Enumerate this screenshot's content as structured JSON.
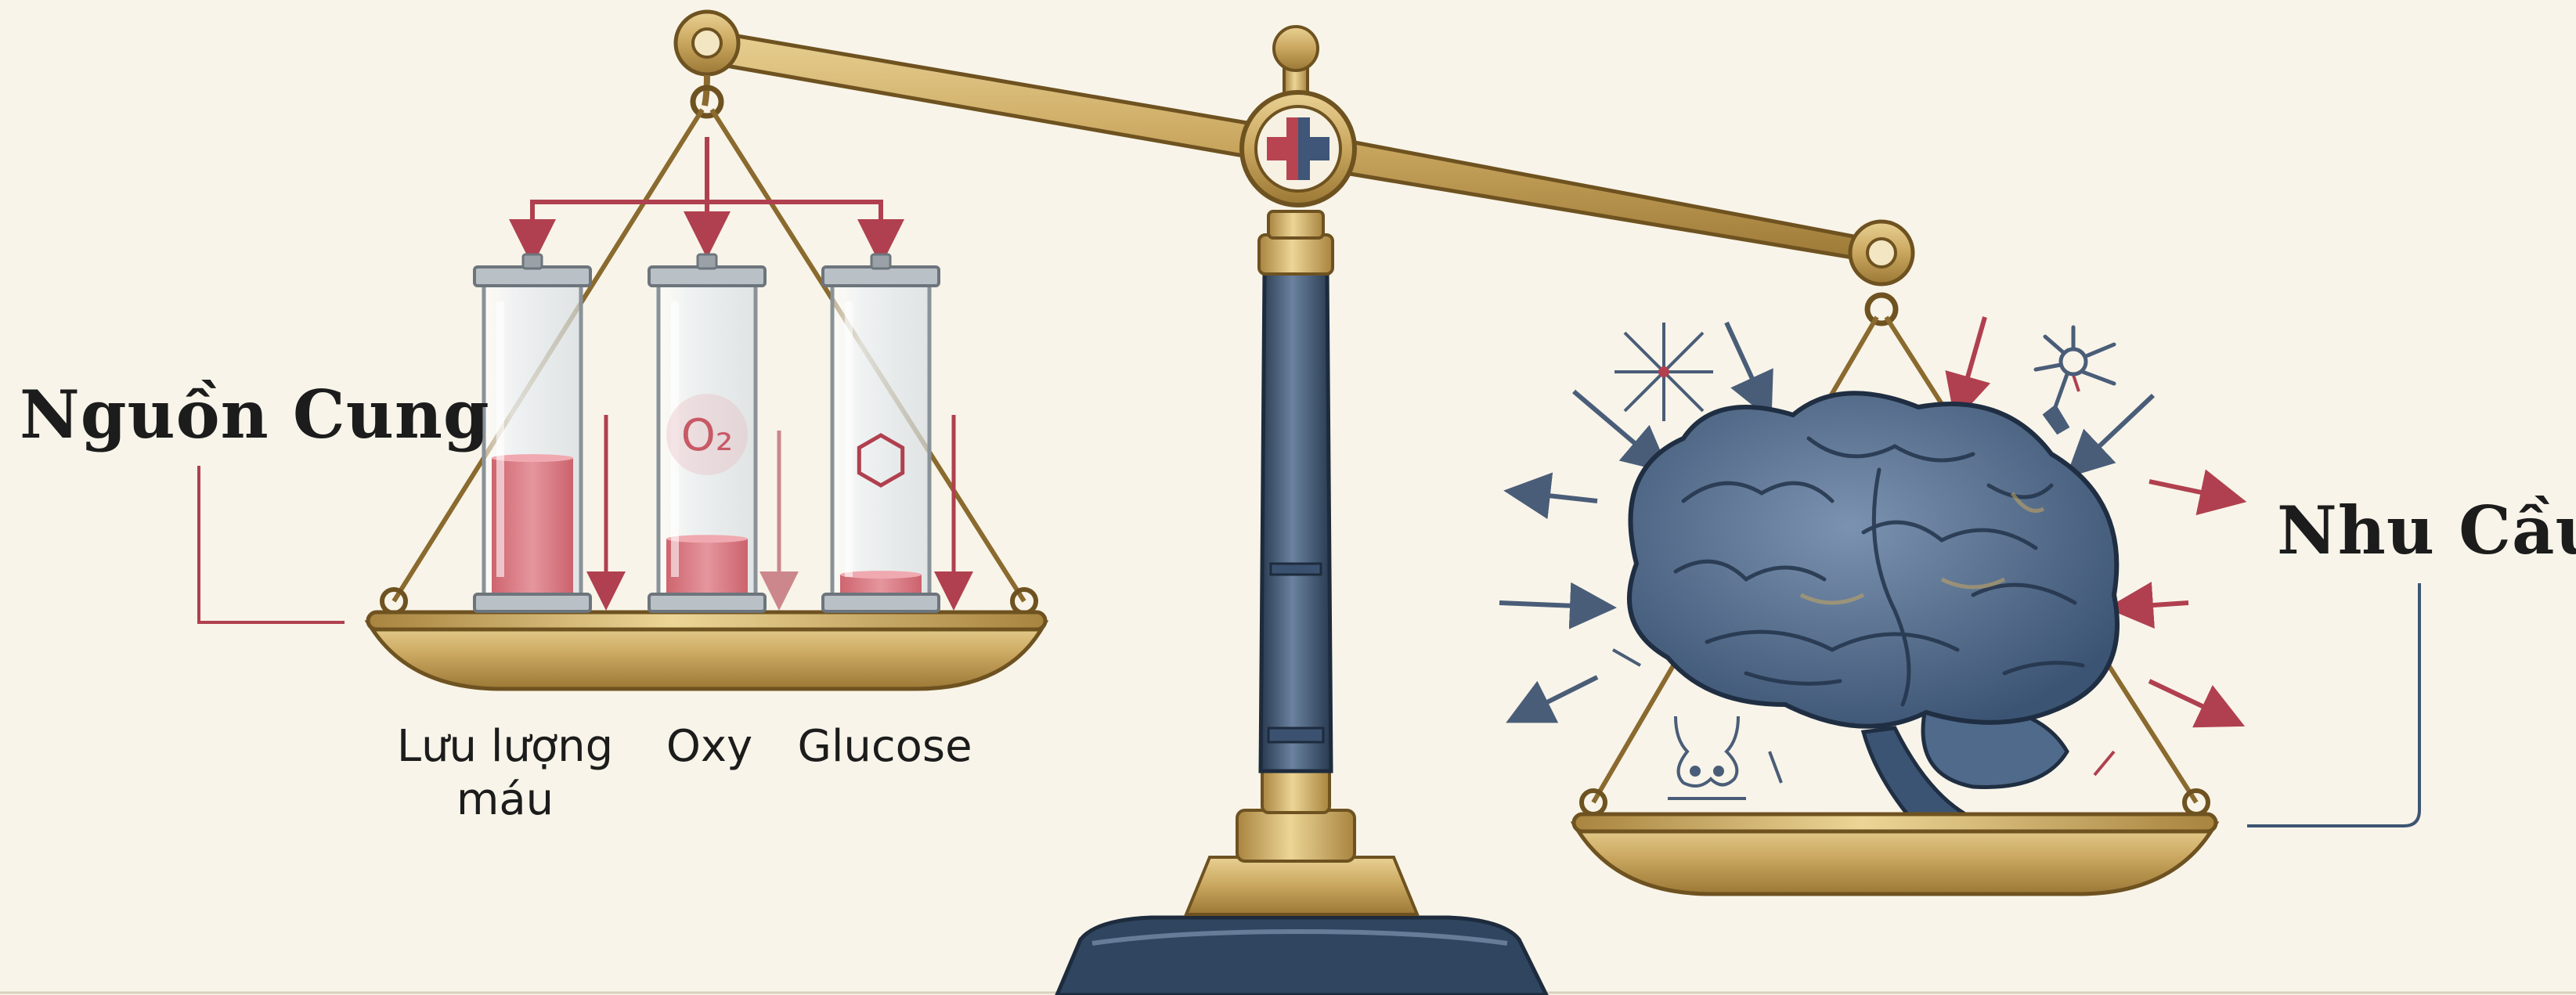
{
  "labels": {
    "supply": "Nguồn Cung",
    "demand": "Nhu Cầu"
  },
  "tubes": [
    {
      "label_line1": "Lưu lượng",
      "label_line2": "máu",
      "fill_level": 0.45,
      "symbol": ""
    },
    {
      "label_line1": "Oxy",
      "label_line2": "",
      "fill_level": 0.18,
      "symbol": "O₂"
    },
    {
      "label_line1": "Glucose",
      "label_line2": "",
      "fill_level": 0.06,
      "symbol": "hexagon"
    }
  ],
  "center_emblem": "medical-cross",
  "brain_icons": [
    "neuron-icon",
    "expand-arrows-icon",
    "receptor-icon"
  ],
  "colors": {
    "background": "#f8f4e9",
    "brass": "#c8a45d",
    "brass_dark": "#8a6a2e",
    "steel_blue": "#3e5573",
    "brain_blue": "#55708f",
    "accent_red": "#b0404f",
    "liquid": "#d9707c"
  }
}
